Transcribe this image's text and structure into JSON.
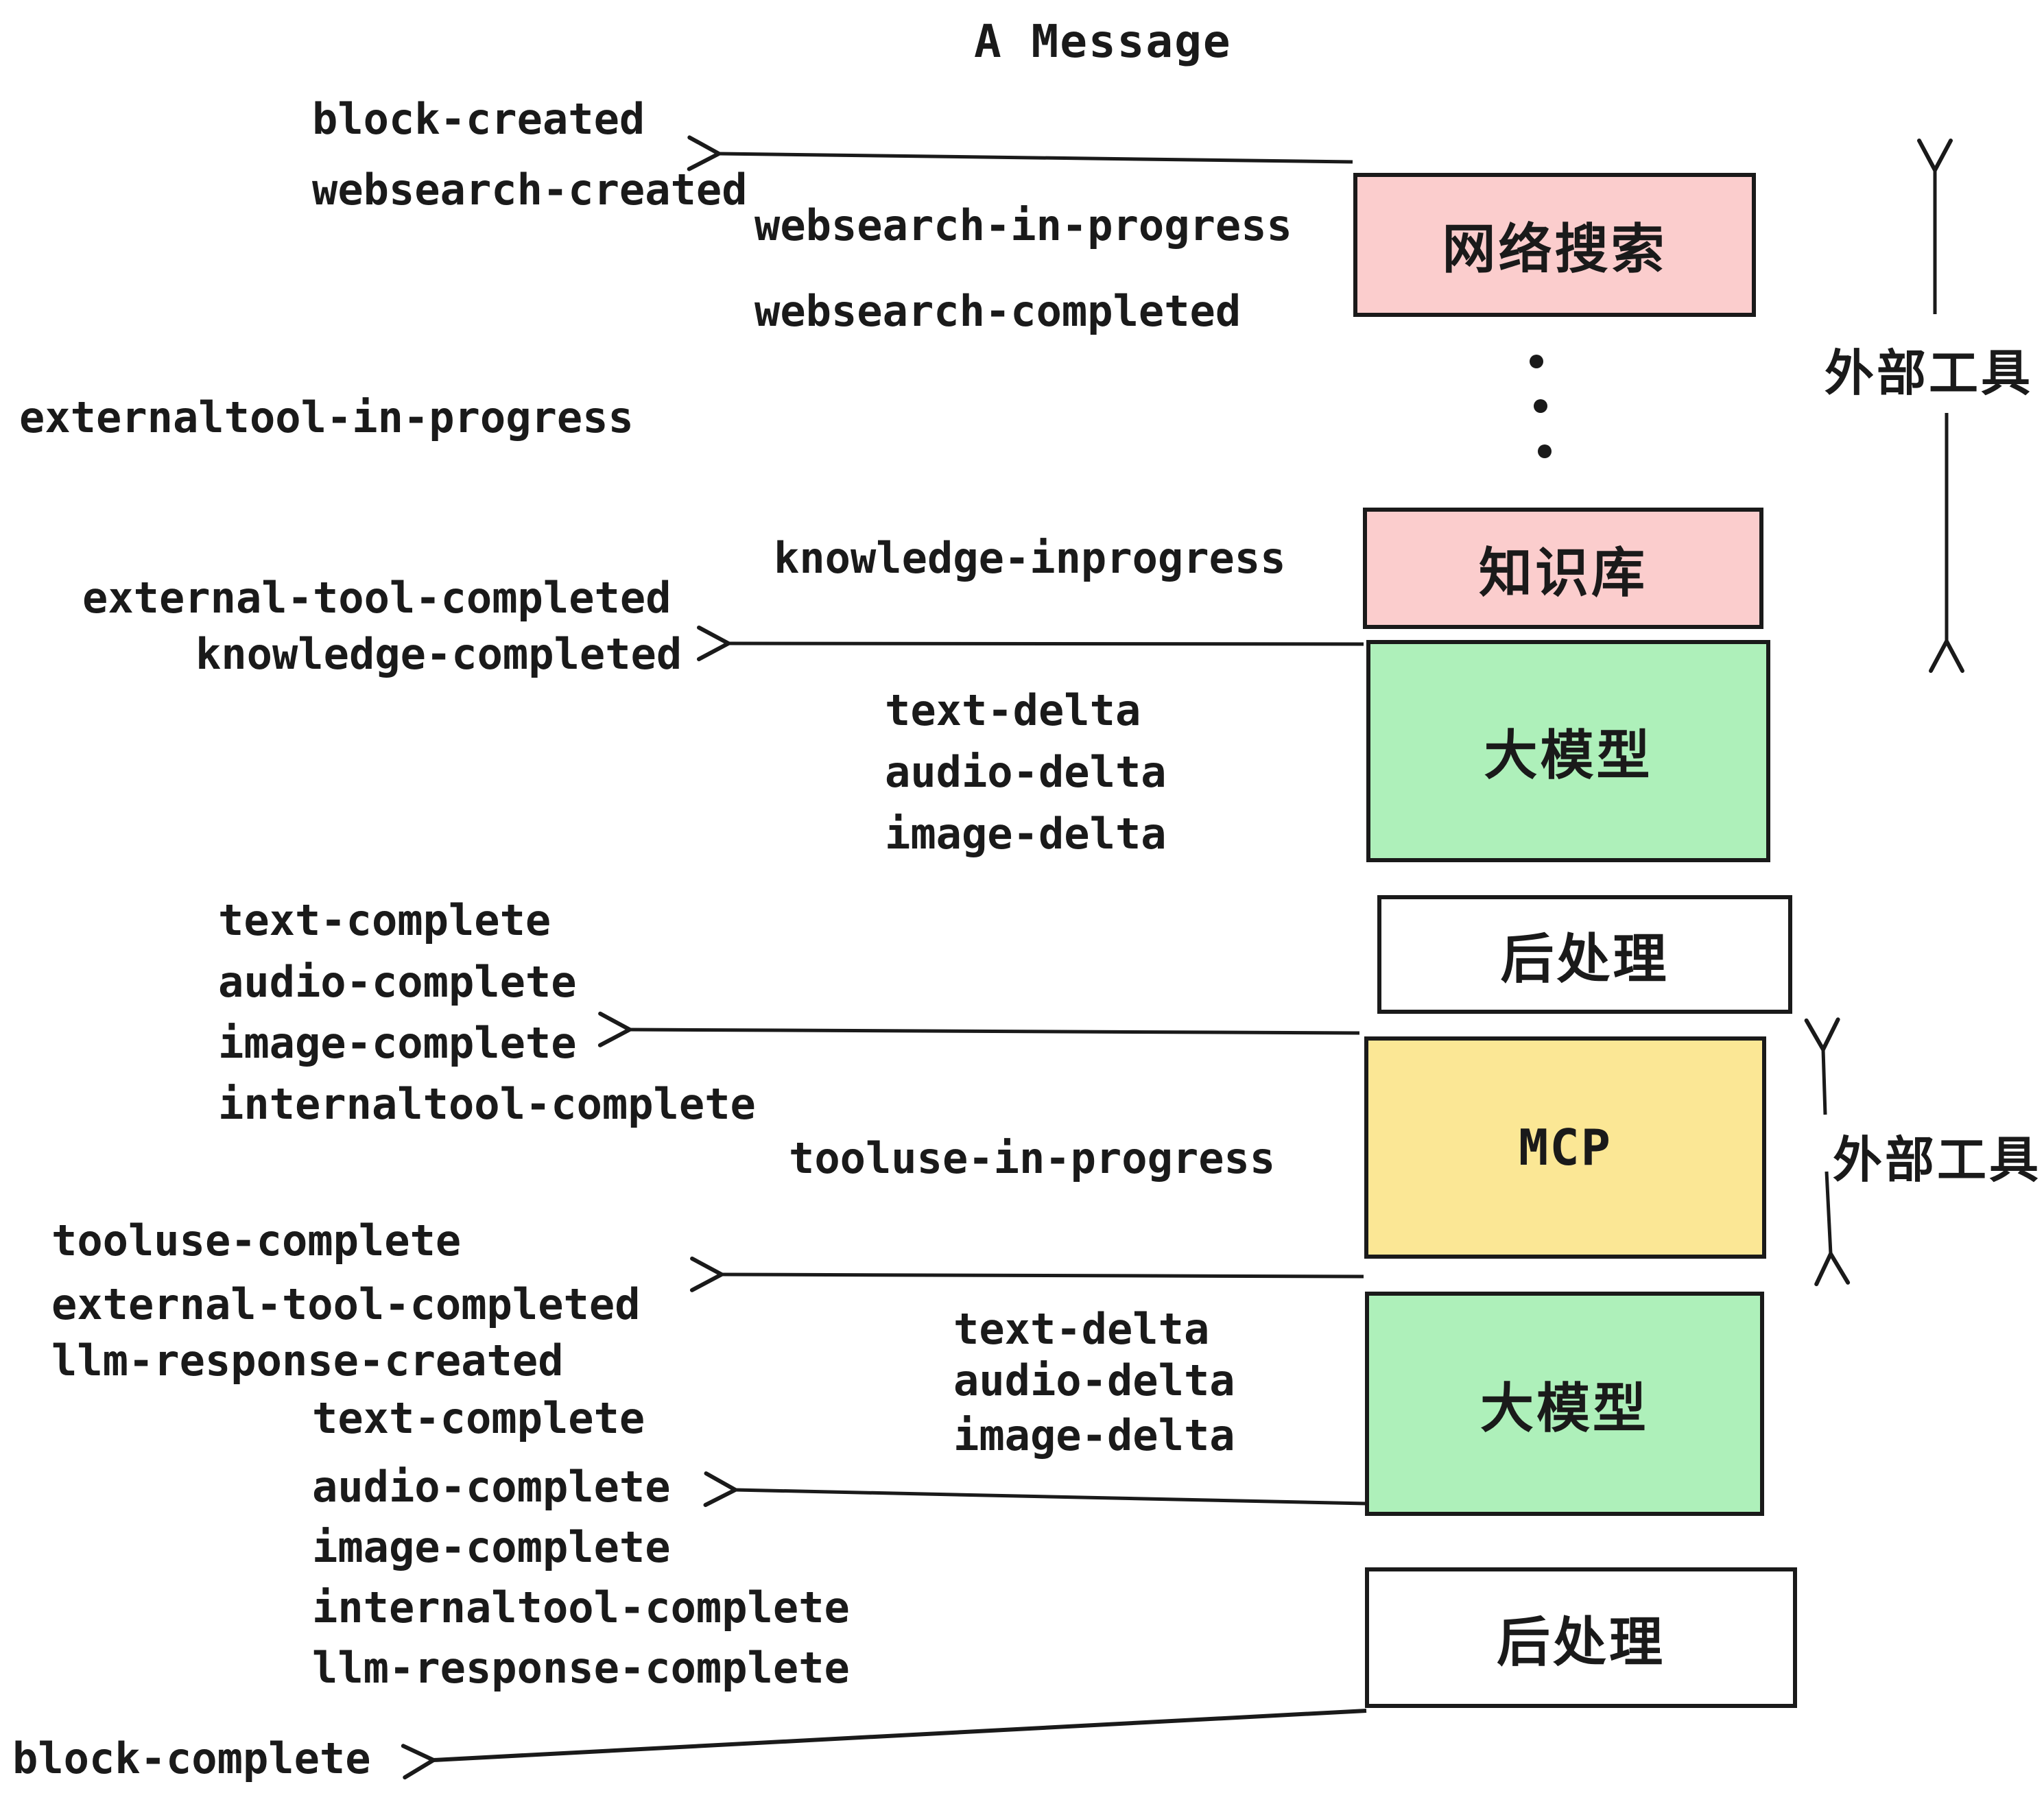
{
  "title": "A Message",
  "events": [
    {
      "text": "block-created"
    },
    {
      "text": "websearch-created"
    },
    {
      "text": "websearch-in-progress"
    },
    {
      "text": "websearch-completed"
    },
    {
      "text": "externaltool-in-progress"
    },
    {
      "text": "knowledge-inprogress"
    },
    {
      "text": "external-tool-completed"
    },
    {
      "text": "knowledge-completed"
    },
    {
      "text": "text-delta"
    },
    {
      "text": "audio-delta"
    },
    {
      "text": "image-delta"
    },
    {
      "text": "text-complete"
    },
    {
      "text": "audio-complete"
    },
    {
      "text": "image-complete"
    },
    {
      "text": "internaltool-complete"
    },
    {
      "text": "tooluse-in-progress"
    },
    {
      "text": "tooluse-complete"
    },
    {
      "text": "external-tool-completed"
    },
    {
      "text": "llm-response-created"
    },
    {
      "text": "text-delta"
    },
    {
      "text": "audio-delta"
    },
    {
      "text": "image-delta"
    },
    {
      "text": "text-complete"
    },
    {
      "text": "audio-complete"
    },
    {
      "text": "image-complete"
    },
    {
      "text": "internaltool-complete"
    },
    {
      "text": "llm-response-complete"
    },
    {
      "text": "block-complete"
    }
  ],
  "boxes": [
    {
      "label": "网络搜索",
      "color": "#FBCDCD"
    },
    {
      "label": "知识库",
      "color": "#FBCDCD"
    },
    {
      "label": "大模型",
      "color": "#AEF0BA"
    },
    {
      "label": "后处理",
      "color": "#FFFFFF"
    },
    {
      "label": "MCP",
      "color": "#FBE795"
    },
    {
      "label": "大模型",
      "color": "#AEF0BA"
    },
    {
      "label": "后处理",
      "color": "#FFFFFF"
    }
  ],
  "side_labels": [
    {
      "text": "外部工具"
    },
    {
      "text": "外部工具"
    }
  ],
  "colors": {
    "ink": "#1a1a1a",
    "pink": "#FBCDCD",
    "green": "#AEF0BA",
    "yellow": "#FBE795",
    "white": "#FFFFFF"
  }
}
